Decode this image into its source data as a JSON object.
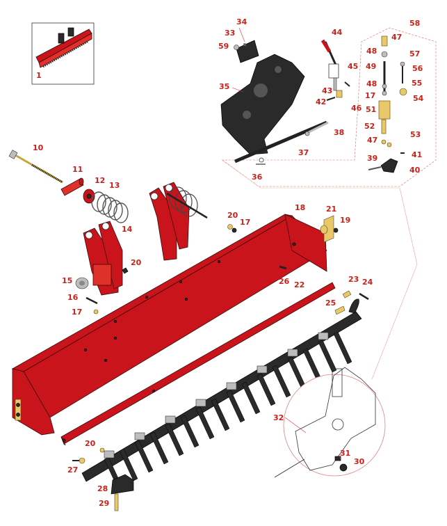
{
  "callouts": {
    "c1": "1",
    "c10": "10",
    "c11": "11",
    "c12": "12",
    "c13": "13",
    "c14": "14",
    "c15": "15",
    "c16": "16",
    "c17a": "17",
    "c17b": "17",
    "c17c": "17",
    "c18": "18",
    "c19": "19",
    "c20a": "20",
    "c20b": "20",
    "c20c": "20",
    "c21": "21",
    "c22": "22",
    "c23": "23",
    "c24": "24",
    "c25": "25",
    "c26": "26",
    "c27": "27",
    "c28": "28",
    "c29": "29",
    "c30": "30",
    "c31": "31",
    "c32": "32",
    "c33": "33",
    "c34": "34",
    "c35": "35",
    "c36": "36",
    "c37": "37",
    "c38": "38",
    "c39": "39",
    "c40": "40",
    "c41": "41",
    "c42": "42",
    "c43": "43",
    "c44": "44",
    "c45": "45",
    "c46": "46",
    "c47a": "47",
    "c47b": "47",
    "c48a": "48",
    "c48b": "48",
    "c49": "49",
    "c51": "51",
    "c52": "52",
    "c53": "53",
    "c54": "54",
    "c55": "55",
    "c56": "56",
    "c57": "57",
    "c58": "58",
    "c59": "59"
  },
  "colors": {
    "label": "#c8231a",
    "frame_red": "#c8141a",
    "hardware_black": "#2a2a2a",
    "plated_yellow": "#e9c86a"
  }
}
